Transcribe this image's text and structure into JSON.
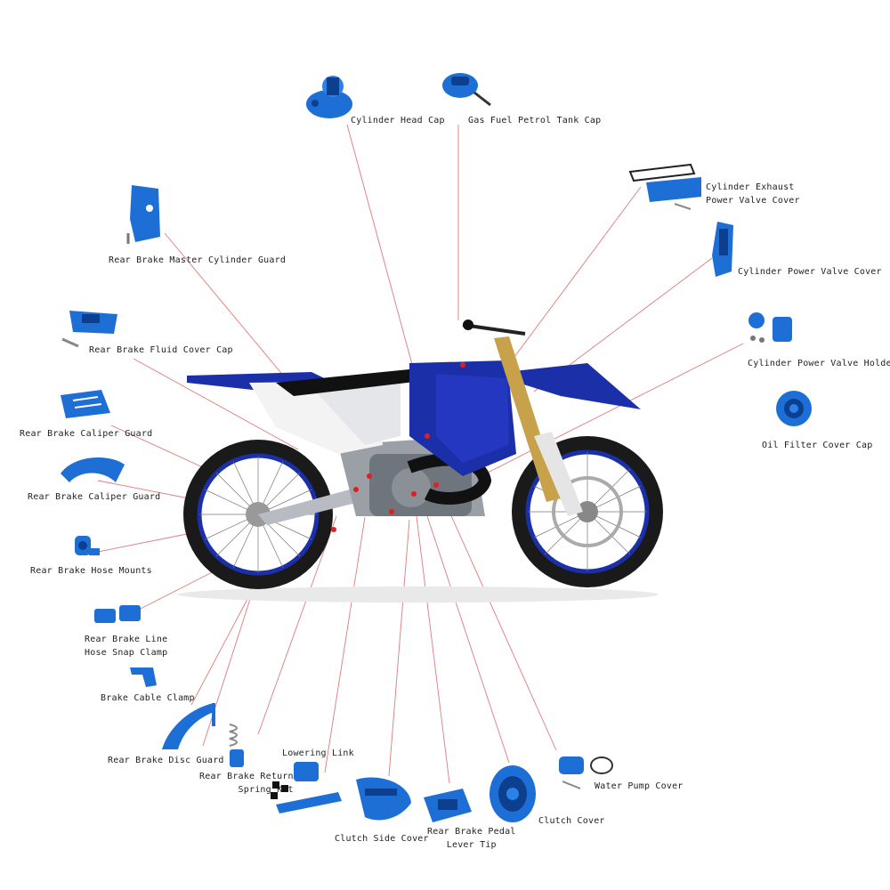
{
  "colors": {
    "part_blue": "#1d6fd6",
    "part_dark": "#0d3f8f",
    "leader": "#e07a7a",
    "bike_blue": "#1b2fa8",
    "white": "#f3f3f3",
    "label_text": "#222222"
  },
  "parts": [
    {
      "id": "cylinder-head-cap",
      "label": "Cylinder Head Cap",
      "icon": "cylinder-head-icon"
    },
    {
      "id": "gas-fuel-petrol-tank-cap",
      "label": "Gas Fuel Petrol Tank Cap",
      "icon": "fuel-cap-icon"
    },
    {
      "id": "cylinder-exhaust-power-valve-cover",
      "label": "Cylinder Exhaust\nPower Valve Cover",
      "icon": "valve-cover-icon"
    },
    {
      "id": "cylinder-power-valve-cover",
      "label": "Cylinder Power Valve Cover",
      "icon": "valve-cover-tall-icon"
    },
    {
      "id": "cylinder-power-valve-holder",
      "label": "Cylinder Power Valve Holder",
      "icon": "valve-holder-icon"
    },
    {
      "id": "oil-filter-cover-cap",
      "label": "Oil Filter Cover Cap",
      "icon": "oil-filter-cap-icon"
    },
    {
      "id": "rear-brake-master-cylinder-guard",
      "label": "Rear Brake Master Cylinder Guard",
      "icon": "master-cylinder-guard-icon"
    },
    {
      "id": "rear-brake-fluid-cover-cap",
      "label": "Rear Brake Fluid Cover Cap",
      "icon": "fluid-cap-icon"
    },
    {
      "id": "rear-brake-caliper-guard-1",
      "label": "Rear Brake Caliper Guard",
      "icon": "caliper-guard-icon"
    },
    {
      "id": "rear-brake-caliper-guard-2",
      "label": "Rear Brake Caliper Guard",
      "icon": "caliper-guard-alt-icon"
    },
    {
      "id": "rear-brake-hose-mounts",
      "label": "Rear Brake Hose Mounts",
      "icon": "hose-mount-icon"
    },
    {
      "id": "rear-brake-line-hose-snap-clamp",
      "label": "Rear Brake Line\nHose Snap Clamp",
      "icon": "snap-clamp-icon"
    },
    {
      "id": "brake-cable-clamp",
      "label": "Brake Cable Clamp",
      "icon": "cable-clamp-icon"
    },
    {
      "id": "rear-brake-disc-guard",
      "label": "Rear Brake Disc Guard",
      "icon": "disc-guard-icon"
    },
    {
      "id": "rear-brake-return-spring-kit",
      "label": "Rear Brake Return\nSpring Kit",
      "icon": "spring-kit-icon"
    },
    {
      "id": "lowering-link",
      "label": "Lowering Link",
      "icon": "lowering-link-icon"
    },
    {
      "id": "clutch-side-cover",
      "label": "Clutch Side Cover",
      "icon": "clutch-side-cover-icon"
    },
    {
      "id": "rear-brake-pedal-lever-tip",
      "label": "Rear Brake Pedal\nLever Tip",
      "icon": "pedal-tip-icon"
    },
    {
      "id": "clutch-cover",
      "label": "Clutch Cover",
      "icon": "clutch-cover-icon"
    },
    {
      "id": "water-pump-cover",
      "label": "Water Pump Cover",
      "icon": "water-pump-cover-icon"
    }
  ],
  "bike": {
    "icon": "dirt-bike-icon"
  }
}
